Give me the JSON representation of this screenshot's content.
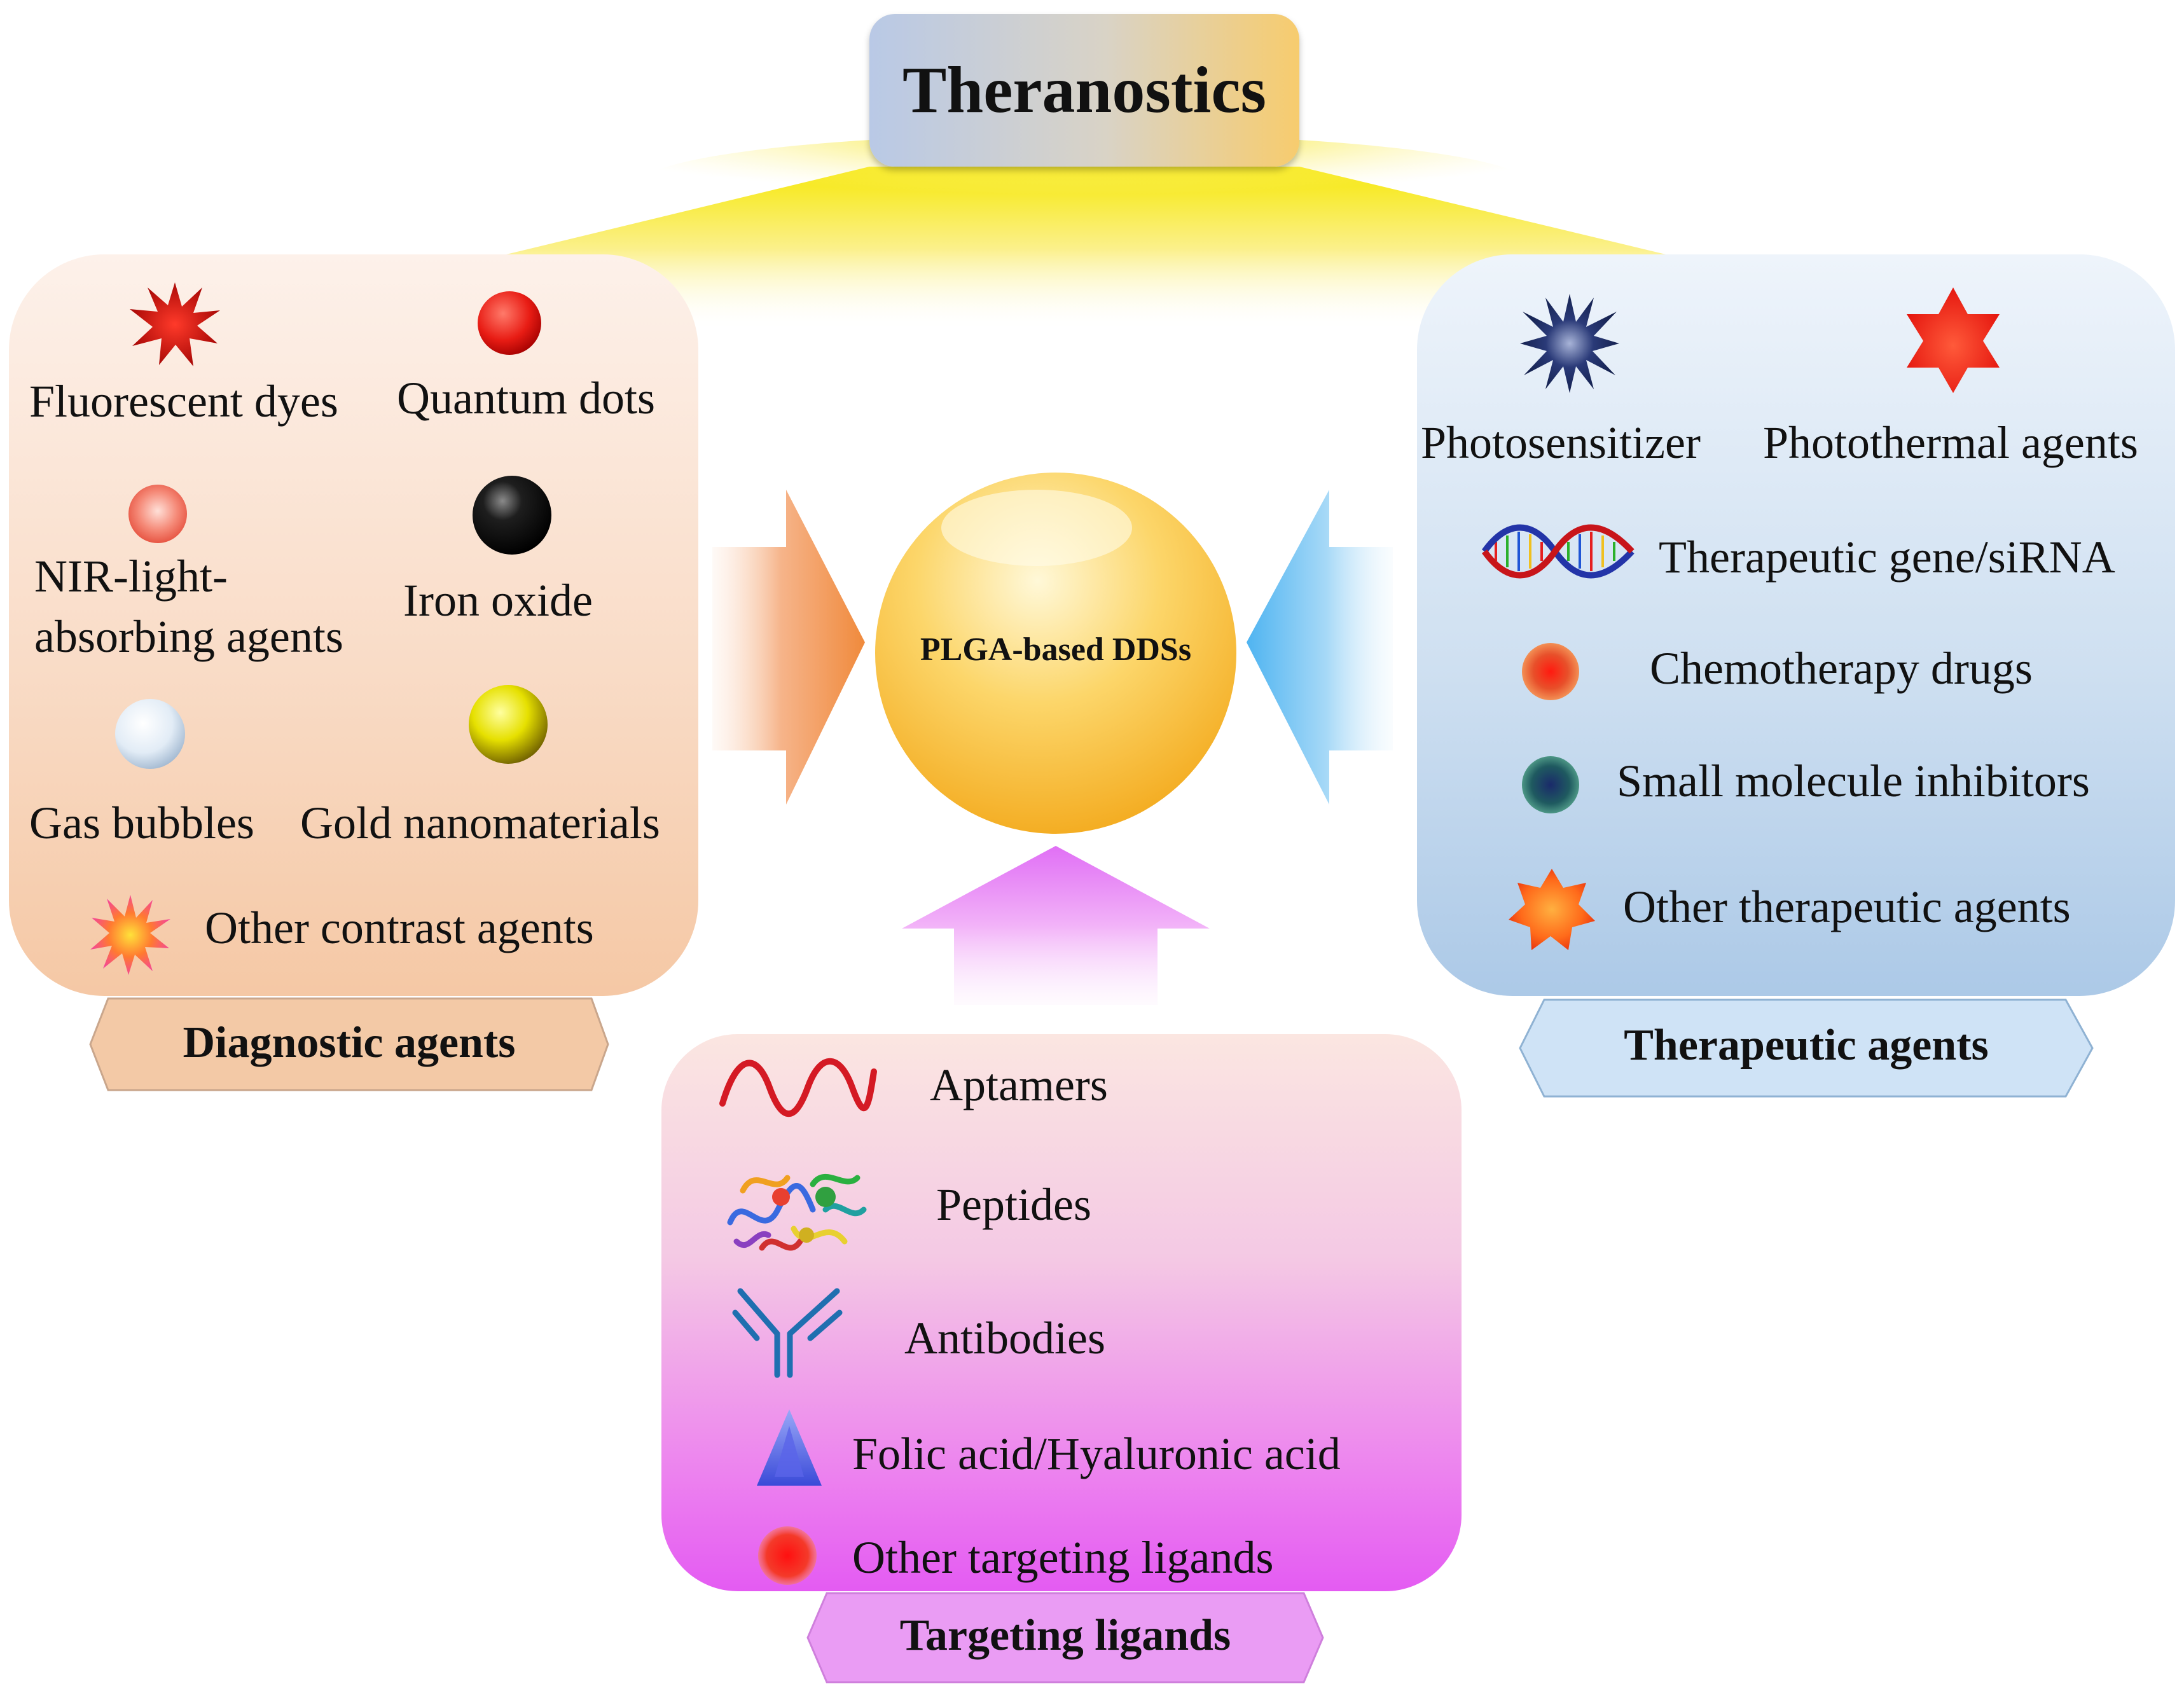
{
  "title": "Theranostics",
  "center": {
    "label": "PLGA-based DDSs"
  },
  "diagnostic": {
    "banner": "Diagnostic agents",
    "items": [
      {
        "label": "Fluorescent dyes",
        "icon": "red-starburst-icon"
      },
      {
        "label": "Quantum dots",
        "icon": "red-sphere-icon"
      },
      {
        "label": "NIR-light-",
        "label2": "absorbing agents",
        "icon": "pink-sphere-icon"
      },
      {
        "label": "Iron oxide",
        "icon": "black-sphere-icon"
      },
      {
        "label": "Gas bubbles",
        "icon": "white-sphere-icon"
      },
      {
        "label": "Gold nanomaterials",
        "icon": "yellow-sphere-icon"
      },
      {
        "label": "Other contrast agents",
        "icon": "pink-burst-icon"
      }
    ]
  },
  "therapeutic": {
    "banner": "Therapeutic agents",
    "items": [
      {
        "label": "Photosensitizer",
        "icon": "navy-starburst-icon"
      },
      {
        "label": "Photothermal agents",
        "icon": "red-hexagram-icon"
      },
      {
        "label": "Therapeutic gene/siRNA",
        "icon": "dna-helix-icon"
      },
      {
        "label": "Chemotherapy drugs",
        "icon": "orange-red-dot-icon"
      },
      {
        "label": "Small molecule inhibitors",
        "icon": "teal-dot-icon"
      },
      {
        "label": "Other therapeutic agents",
        "icon": "orange-star-icon"
      }
    ]
  },
  "targeting": {
    "banner": "Targeting ligands",
    "items": [
      {
        "label": "Aptamers",
        "icon": "wave-icon"
      },
      {
        "label": "Peptides",
        "icon": "protein-ribbon-icon"
      },
      {
        "label": "Antibodies",
        "icon": "antibody-y-icon"
      },
      {
        "label": "Folic acid/Hyaluronic acid",
        "icon": "blue-pyramid-icon"
      },
      {
        "label": "Other targeting ligands",
        "icon": "red-dot-icon"
      }
    ]
  },
  "colors": {
    "diagnostic_panel": "#f9dcc7",
    "therapeutic_panel": "#cfe0f1",
    "targeting_panel": "#ec80ef",
    "sphere": "#fbc338",
    "orange_arrow": "#f2964e",
    "blue_arrow": "#6ec1f4",
    "violet_arrow": "#e27cf7",
    "fan": "#f8ec2a"
  }
}
